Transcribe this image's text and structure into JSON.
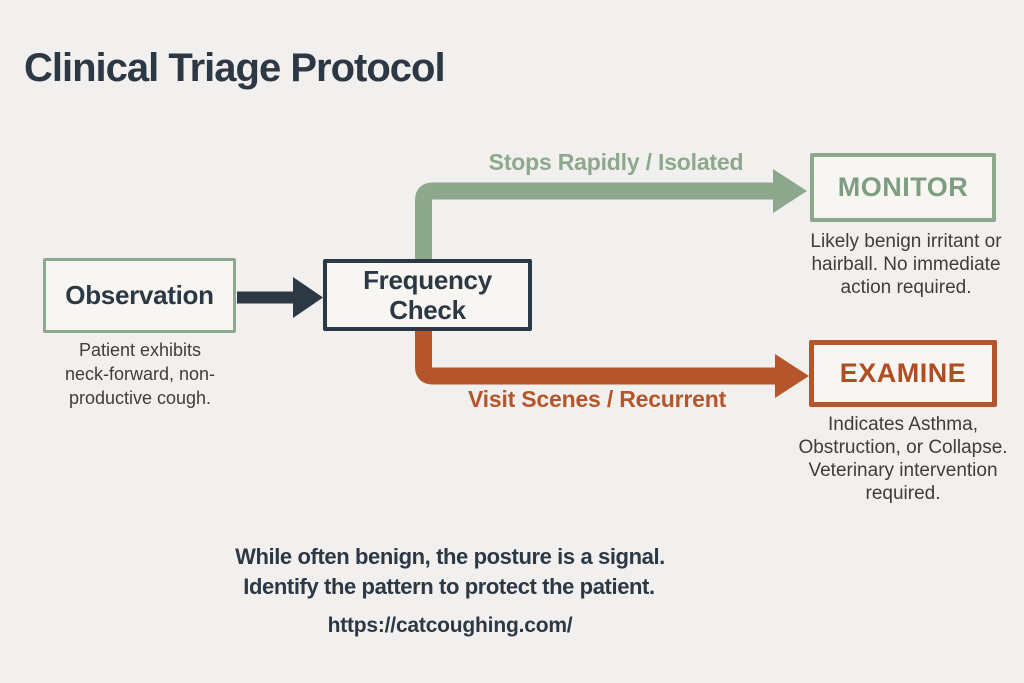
{
  "title": "Clinical Triage Protocol",
  "colors": {
    "bg": "#f2f0ee",
    "box_bg": "#f7f6f3",
    "ink": "#2c3844",
    "green": "#8ea88d",
    "green_deep": "#7f9d81",
    "orange": "#b5562a",
    "orange_deep": "#b04e22",
    "caption": "#44393b"
  },
  "flow": {
    "observation": {
      "label": "Observation",
      "caption_lines": [
        "Patient exhibits",
        "neck-forward, non-",
        "productive cough."
      ]
    },
    "frequency": {
      "label_lines": [
        "Frequency",
        "Check"
      ]
    },
    "monitor": {
      "branch_label": "Stops Rapidly / Isolated",
      "label": "MONITOR",
      "caption_lines": [
        "Likely benign irritant or",
        "hairball. No immediate",
        "action required."
      ]
    },
    "examine": {
      "branch_label": "Visit Scenes / Recurrent",
      "label": "EXAMINE",
      "caption_lines": [
        "Indicates Asthma,",
        "Obstruction, or Collapse.",
        "Veterinary intervention",
        "required."
      ]
    }
  },
  "footer": {
    "lines": [
      "While often benign, the posture is a signal.",
      "Identify the pattern to protect the patient."
    ],
    "url": "https://catcoughing.com/"
  }
}
